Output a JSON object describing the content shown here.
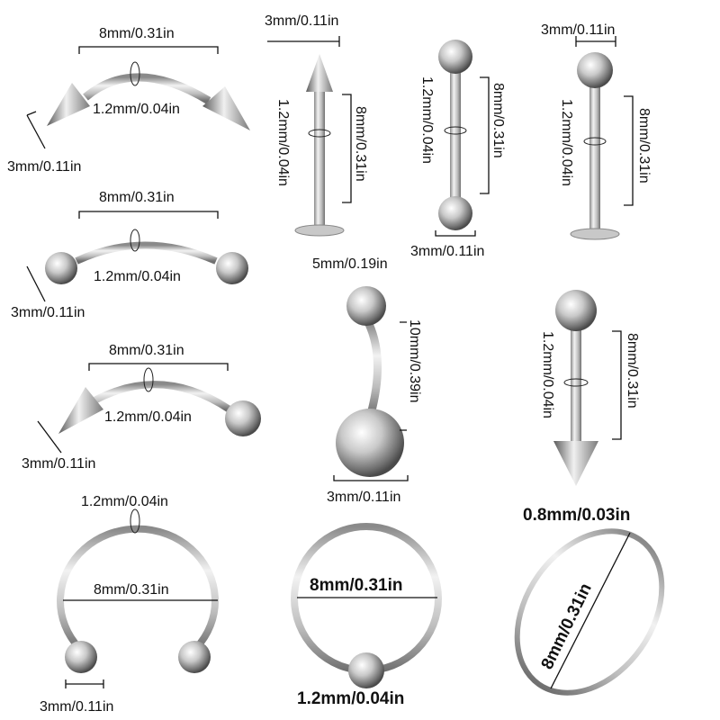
{
  "labels": {
    "m8": "8mm/0.31in",
    "m3": "3mm/0.11in",
    "g12": "1.2mm/0.04in",
    "m5": "5mm/0.19in",
    "m10": "10mm/0.39in",
    "g08": "0.8mm/0.03in"
  },
  "colors": {
    "steel_light": "#f4f4f4",
    "steel_mid": "#b8b8b8",
    "steel_dark": "#6a6a6a"
  }
}
